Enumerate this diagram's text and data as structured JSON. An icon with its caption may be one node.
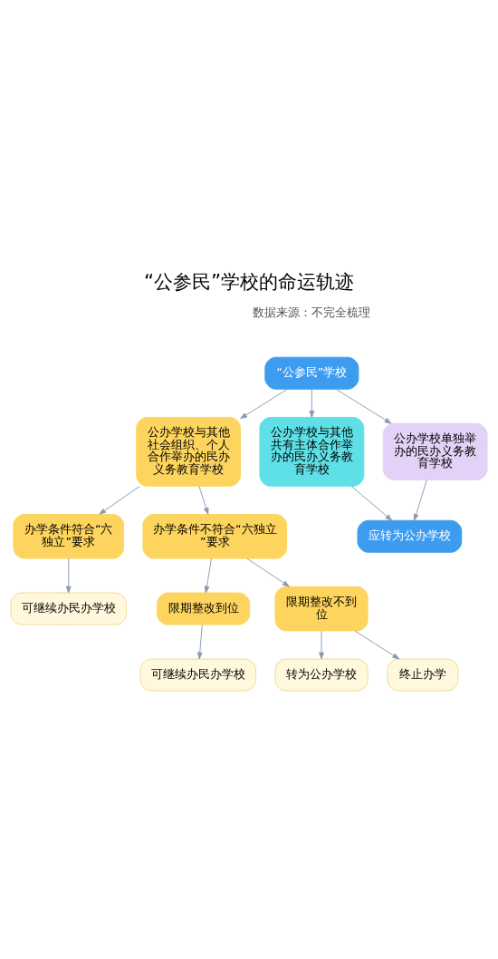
{
  "diagram": {
    "title": "“公参民”学校的命运轨迹",
    "nodes": [
      {
        "text": [
          "“公参民”学校"
        ]
      },
      {
        "text": [
          "公办学校与其他社会组织、个人合作举办的民办义务教育学校"
        ]
      },
      {
        "text": [
          "公办学校与其他共有主体合作举办的民办义务教育学校"
        ]
      },
      {
        "text": [
          "公办学校单独举办的民办义务教育学校"
        ]
      },
      {
        "text": [
          "应转为公办学校"
        ]
      },
      {
        "text": [
          "办学条件符合“六独立”要求"
        ]
      },
      {
        "text": [
          "办学条件不符合“六独立”要求"
        ]
      },
      {
        "text": [
          "可继续办民办学校"
        ]
      },
      {
        "text": [
          "限期整改到位"
        ]
      },
      {
        "text": [
          "限期整改不到位"
        ]
      },
      {
        "text": [
          "可继续办民办学校"
        ]
      },
      {
        "text": [
          "转为公办学校"
        ]
      },
      {
        "text": [
          "终止办学"
        ]
      }
    ],
    "edges": [
      {
        "from": 0,
        "to": 1,
        "arrow": "to"
      },
      {
        "from": 0,
        "to": 2,
        "arrow": "to"
      },
      {
        "from": 0,
        "to": 3,
        "arrow": "to"
      },
      {
        "from": 2,
        "to": 4,
        "arrow": "to"
      },
      {
        "from": 3,
        "to": 4,
        "arrow": "to"
      },
      {
        "from": 1,
        "to": 5,
        "arrow": "to"
      },
      {
        "from": 1,
        "to": 6,
        "arrow": "to"
      },
      {
        "from": 5,
        "to": 7,
        "arrow": "to"
      },
      {
        "from": 6,
        "to": 8,
        "arrow": "to"
      },
      {
        "from": 6,
        "to": 9,
        "arrow": "to"
      },
      {
        "from": 8,
        "to": 10,
        "arrow": "to"
      },
      {
        "from": 9,
        "to": 11,
        "arrow": "to"
      },
      {
        "from": 9,
        "to": 12,
        "arrow": "to"
      }
    ],
    "labels": [
      "数据来源：不完全梳理"
    ]
  }
}
